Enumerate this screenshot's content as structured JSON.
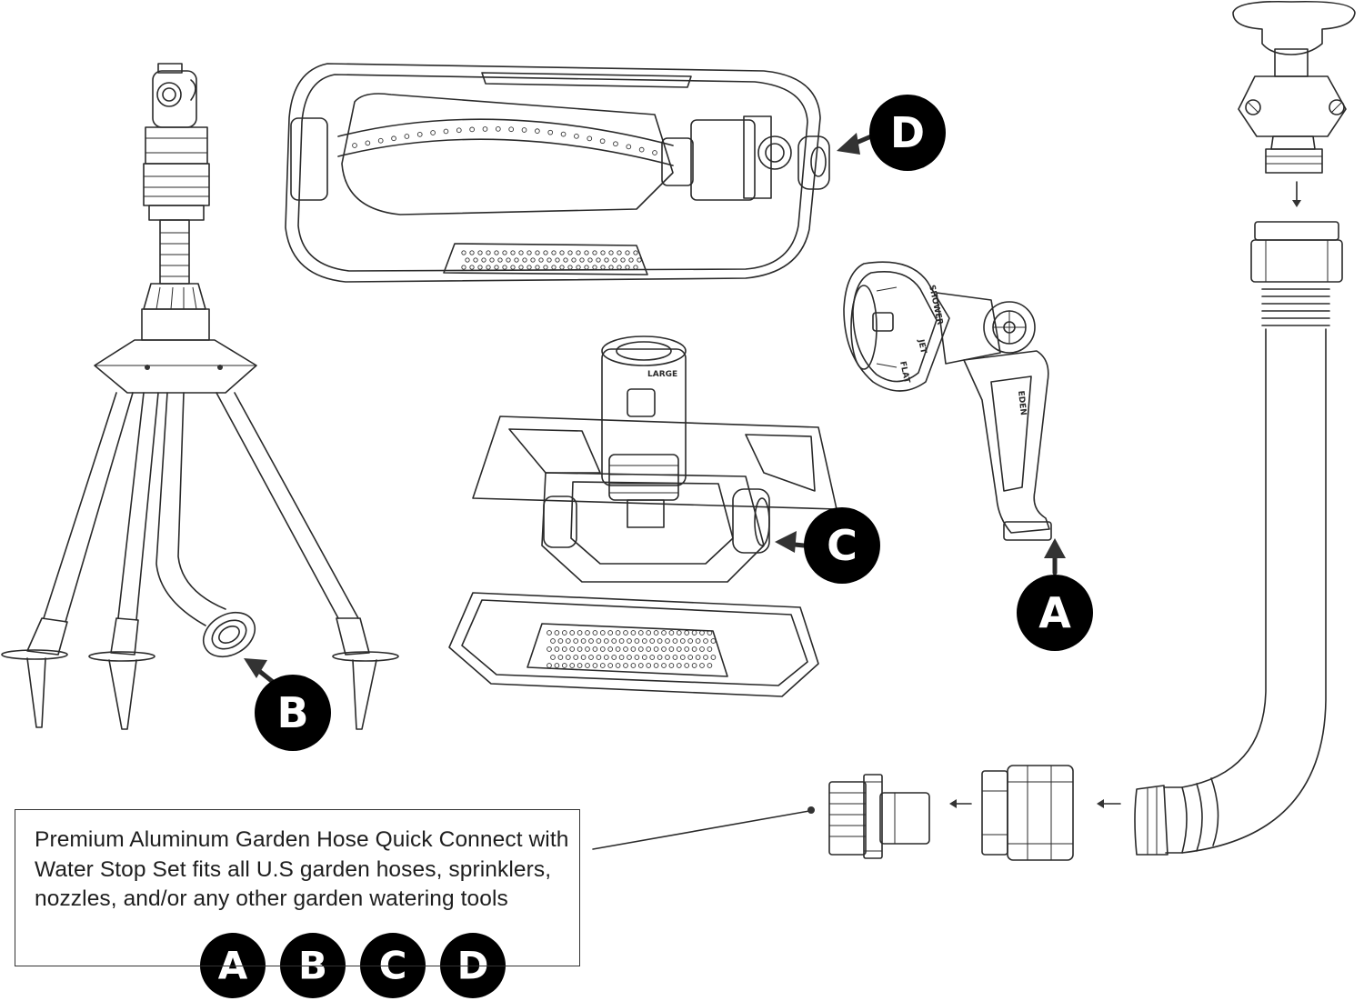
{
  "caption": {
    "text": "Premium Aluminum Garden Hose Quick Connect with Water Stop Set fits all U.S garden hoses, sprinklers, nozzles, and/or any other garden watering tools"
  },
  "callouts": [
    {
      "letter": "A"
    },
    {
      "letter": "B"
    },
    {
      "letter": "C"
    },
    {
      "letter": "D"
    }
  ],
  "caption_badges": [
    "A",
    "B",
    "C",
    "D"
  ],
  "nozzle_labels": {
    "brand": "EDEN",
    "settings": [
      "JET",
      "FLAT",
      "SHOWER"
    ]
  },
  "sprinkler_labels": {
    "dial": "LARGE"
  }
}
